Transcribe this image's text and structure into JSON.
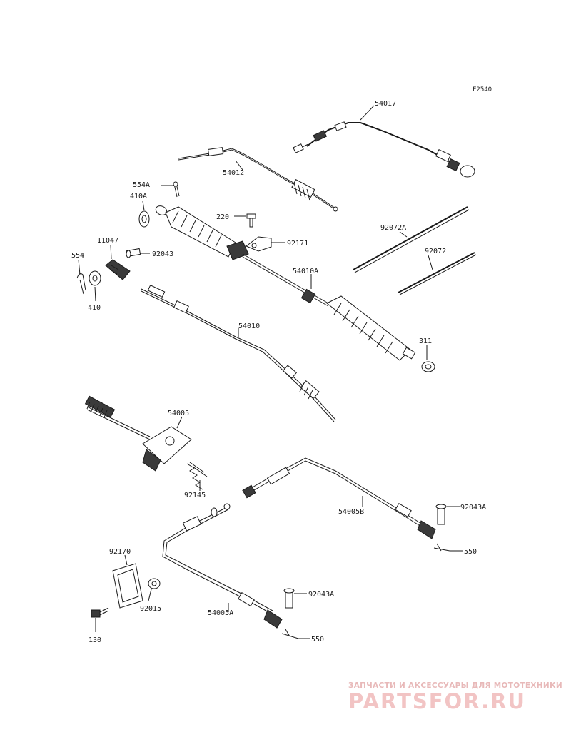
{
  "diagram_code": "F2540",
  "labels": {
    "p54017": "54017",
    "p54012": "54012",
    "p554A": "554A",
    "p410A": "410A",
    "p220": "220",
    "p92171": "92171",
    "p92072A": "92072A",
    "p92072": "92072",
    "p11047": "11047",
    "p92043": "92043",
    "p554": "554",
    "p410": "410",
    "p54010A": "54010A",
    "p54010": "54010",
    "p311": "311",
    "p54005": "54005",
    "p92145": "92145",
    "p92043A_1": "92043A",
    "p54005B": "54005B",
    "p550_1": "550",
    "p92170": "92170",
    "p92015": "92015",
    "p130": "130",
    "p92043A_2": "92043A",
    "p54005A": "54005A",
    "p550_2": "550"
  },
  "watermark": {
    "tagline": "ЗАПЧАСТИ И АКСЕССУАРЫ ДЛЯ МОТОТЕХНИКИ",
    "brand": "PARTSFOR.RU"
  }
}
